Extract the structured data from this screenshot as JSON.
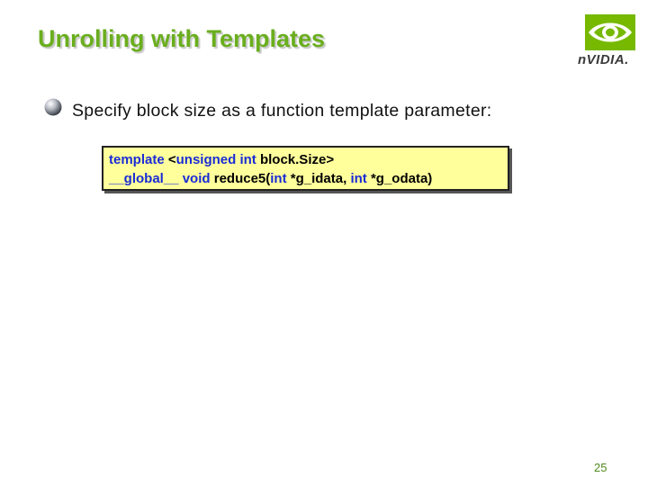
{
  "slide": {
    "title": "Unrolling with Templates",
    "page_number": "25"
  },
  "logo": {
    "brand_text": "nVIDIA.",
    "icon": "nvidia-eye-logo",
    "color": "#76b900"
  },
  "bullet": {
    "icon": "sphere-bullet-icon",
    "text": "Specify block size as a function template parameter:"
  },
  "code": {
    "background": "#ffff9c",
    "keyword_color": "#1a2bd6",
    "line1": {
      "kw_template": "template",
      "open": " <",
      "kw_unsigned_int": "unsigned int",
      "param": " block.Size>"
    },
    "line2": {
      "kw_global": "__global__",
      "sp1": " ",
      "kw_void": "void",
      "fn": " reduce5(",
      "kw_int1": "int",
      "arg1": " *g_idata, ",
      "kw_int2": "int",
      "arg2": " *g_odata)"
    }
  }
}
